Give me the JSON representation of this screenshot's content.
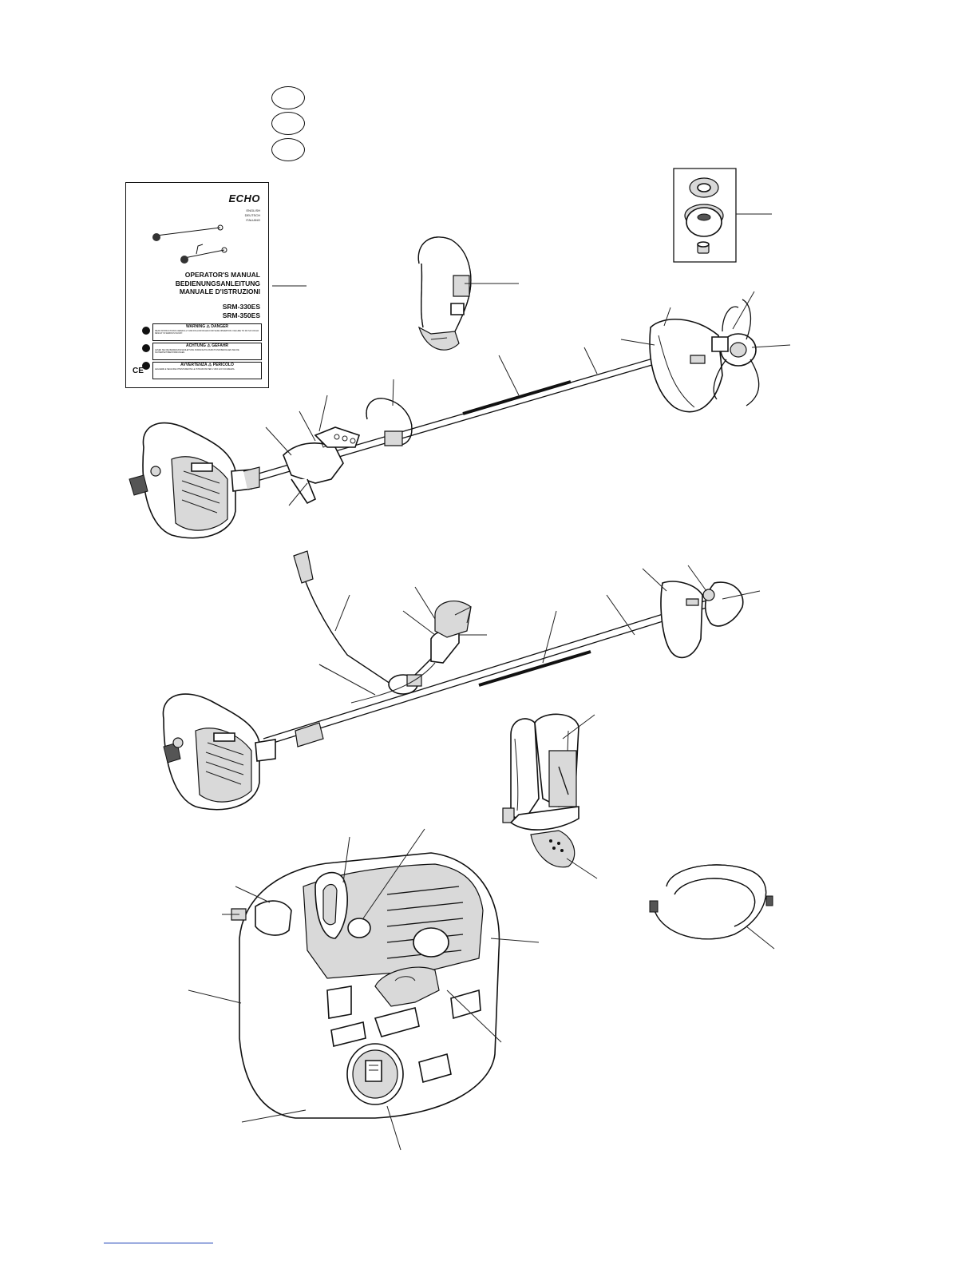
{
  "language_circles": [
    "",
    "",
    ""
  ],
  "manual_cover": {
    "brand": "ECHO",
    "languages": [
      "ENGLISH",
      "DEUTSCH",
      "ITALIANO"
    ],
    "titles": [
      "OPERATOR'S MANUAL",
      "BEDIENUNGSANLEITUNG",
      "MANUALE D'ISTRUZIONI"
    ],
    "models": [
      "SRM-330ES",
      "SRM-350ES"
    ],
    "warnings": [
      {
        "header": "WARNING ⚠ DANGER",
        "text": "READ INSTRUCTIONS CAREFULLY AND FOLLOW RULES FOR SAFE OPERATION. FAILURE TO DO SO COULD RESULT IN SERIOUS INJURY."
      },
      {
        "header": "ACHTUNG ⚠ GEFAHR",
        "text": "LESEN SIE DIE BEDIENUNGSANLEITUNG SORGFÄLTIG DURCH UND BEFOLGEN SIE DIE SICHERHEITSBESTIMMUNGEN."
      },
      {
        "header": "AVVERTENZA ⚠ PERICOLO",
        "text": "LEGGERE E SEGUIRE ATTENTAMENTE LE ISTRUZIONI PER L'USO E DI SICUREZZA."
      }
    ],
    "ce_mark": "CE"
  }
}
